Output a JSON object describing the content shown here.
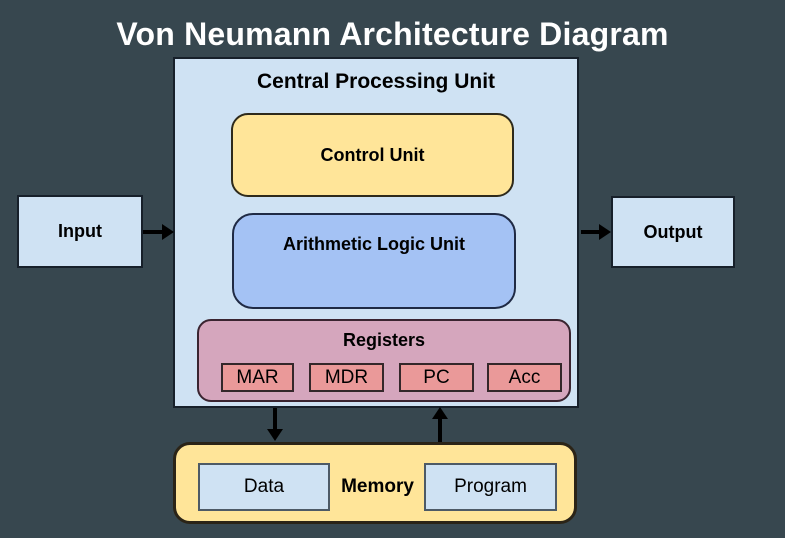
{
  "title": "Von Neumann Architecture Diagram",
  "cpu": {
    "title": "Central Processing Unit",
    "control_unit_label": "Control Unit",
    "alu_label": "Arithmetic Logic Unit",
    "registers": {
      "title": "Registers",
      "cells": [
        "MAR",
        "MDR",
        "PC",
        "Acc"
      ]
    }
  },
  "io": {
    "input_label": "Input",
    "output_label": "Output"
  },
  "memory": {
    "label": "Memory",
    "data_label": "Data",
    "program_label": "Program"
  },
  "colors": {
    "background": "#37474F",
    "title_text": "#FFFFFF",
    "cpu_fill": "#CFE2F3",
    "control_unit_fill": "#FFE599",
    "alu_fill": "#A4C2F4",
    "registers_fill": "#D5A6BD",
    "register_cell_fill": "#EA9999",
    "memory_fill": "#FFE599",
    "io_fill": "#CFE2F3",
    "inner_memory_fill": "#CFE2F3",
    "arrow": "#000000"
  }
}
